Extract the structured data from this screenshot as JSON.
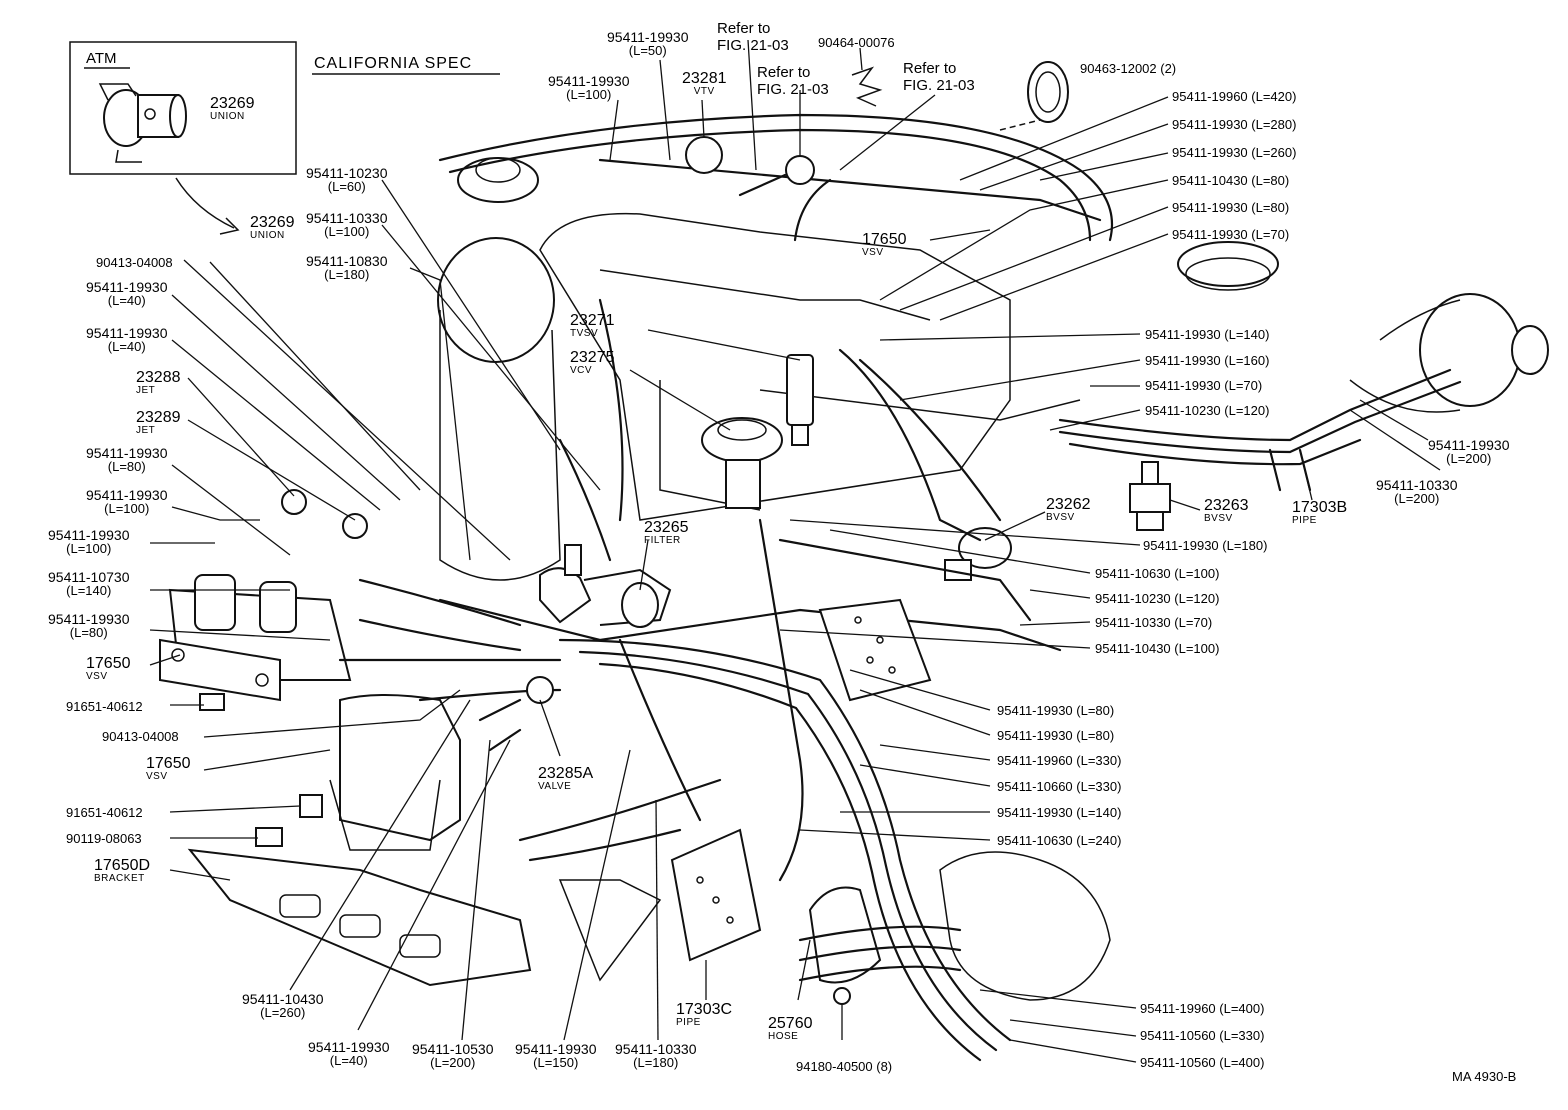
{
  "figure": {
    "code": "MA 4930-B",
    "spec": "CALIFORNIA SPEC",
    "inset_title": "ATM"
  },
  "labels": [
    {
      "id": "inset-union",
      "pn": "23269",
      "sub": "UNION"
    },
    {
      "id": "union",
      "pn": "23269",
      "sub": "UNION"
    },
    {
      "id": "h-95411-19930-50",
      "pn": "95411-19930",
      "len": "(L=50)"
    },
    {
      "id": "h-95411-19930-100-top",
      "pn": "95411-19930",
      "len": "(L=100)"
    },
    {
      "id": "vtv",
      "pn": "23281",
      "sub": "VTV"
    },
    {
      "id": "refer-1",
      "text1": "Refer to",
      "text2": "FIG. 21-03"
    },
    {
      "id": "refer-2",
      "text1": "Refer to",
      "text2": "FIG. 21-03"
    },
    {
      "id": "refer-3",
      "text1": "Refer to",
      "text2": "FIG. 21-03"
    },
    {
      "id": "clip-90464",
      "pn": "90464-00076"
    },
    {
      "id": "clamp-90463",
      "pn": "90463-12002 (2)"
    },
    {
      "id": "h-19960-420",
      "pn": "95411-19960 (L=420)"
    },
    {
      "id": "h-19930-280",
      "pn": "95411-19930 (L=280)"
    },
    {
      "id": "h-19930-260",
      "pn": "95411-19930 (L=260)"
    },
    {
      "id": "h-10430-80",
      "pn": "95411-10430 (L=80)"
    },
    {
      "id": "h-19930-80-r",
      "pn": "95411-19930 (L=80)"
    },
    {
      "id": "h-19930-70-r",
      "pn": "95411-19930 (L=70)"
    },
    {
      "id": "vsv-top",
      "pn": "17650",
      "sub": "VSV"
    },
    {
      "id": "h-10230-60",
      "pn": "95411-10230",
      "len": "(L=60)"
    },
    {
      "id": "h-10330-100",
      "pn": "95411-10330",
      "len": "(L=100)"
    },
    {
      "id": "h-10830-180",
      "pn": "95411-10830",
      "len": "(L=180)"
    },
    {
      "id": "c-90413-top",
      "pn": "90413-04008"
    },
    {
      "id": "h-19930-40a",
      "pn": "95411-19930",
      "len": "(L=40)"
    },
    {
      "id": "h-19930-40b",
      "pn": "95411-19930",
      "len": "(L=40)"
    },
    {
      "id": "jet-23288",
      "pn": "23288",
      "sub": "JET"
    },
    {
      "id": "jet-23289",
      "pn": "23289",
      "sub": "JET"
    },
    {
      "id": "h-19930-80-l",
      "pn": "95411-19930",
      "len": "(L=80)"
    },
    {
      "id": "h-19930-100-l1",
      "pn": "95411-19930",
      "len": "(L=100)"
    },
    {
      "id": "h-19930-100-l2",
      "pn": "95411-19930",
      "len": "(L=100)"
    },
    {
      "id": "h-10730-140",
      "pn": "95411-10730",
      "len": "(L=140)"
    },
    {
      "id": "h-19930-80-l2",
      "pn": "95411-19930",
      "len": "(L=80)"
    },
    {
      "id": "vsv-left",
      "pn": "17650",
      "sub": "VSV"
    },
    {
      "id": "bolt-91651-a",
      "pn": "91651-40612"
    },
    {
      "id": "c-90413-bot",
      "pn": "90413-04008"
    },
    {
      "id": "vsv-bottom",
      "pn": "17650",
      "sub": "VSV"
    },
    {
      "id": "bolt-91651-b",
      "pn": "91651-40612"
    },
    {
      "id": "bolt-90119",
      "pn": "90119-08063"
    },
    {
      "id": "bracket",
      "pn": "17650D",
      "sub": "BRACKET"
    },
    {
      "id": "tvsv",
      "pn": "23271",
      "sub": "TVSV"
    },
    {
      "id": "vcv",
      "pn": "23275",
      "sub": "VCV"
    },
    {
      "id": "filter",
      "pn": "23265",
      "sub": "FILTER"
    },
    {
      "id": "valve",
      "pn": "23285A",
      "sub": "VALVE"
    },
    {
      "id": "h-19930-140-r",
      "pn": "95411-19930 (L=140)"
    },
    {
      "id": "h-19930-160-r",
      "pn": "95411-19930 (L=160)"
    },
    {
      "id": "h-19930-70-r2",
      "pn": "95411-19930 (L=70)"
    },
    {
      "id": "h-10230-120-r",
      "pn": "95411-10230 (L=120)"
    },
    {
      "id": "h-19930-200",
      "pn": "95411-19930",
      "len": "(L=200)"
    },
    {
      "id": "h-10330-200",
      "pn": "95411-10330",
      "len": "(L=200)"
    },
    {
      "id": "pipe-17303b",
      "pn": "17303B",
      "sub": "PIPE"
    },
    {
      "id": "bvsv-23262",
      "pn": "23262",
      "sub": "BVSV"
    },
    {
      "id": "bvsv-23263",
      "pn": "23263",
      "sub": "BVSV"
    },
    {
      "id": "h-19930-180-r",
      "pn": "95411-19930 (L=180)"
    },
    {
      "id": "h-10630-100",
      "pn": "95411-10630 (L=100)"
    },
    {
      "id": "h-10230-120-r2",
      "pn": "95411-10230 (L=120)"
    },
    {
      "id": "h-10330-70",
      "pn": "95411-10330 (L=70)"
    },
    {
      "id": "h-10430-100",
      "pn": "95411-10430 (L=100)"
    },
    {
      "id": "h-19930-80-m1",
      "pn": "95411-19930 (L=80)"
    },
    {
      "id": "h-19930-80-m2",
      "pn": "95411-19930 (L=80)"
    },
    {
      "id": "h-19960-330",
      "pn": "95411-19960 (L=330)"
    },
    {
      "id": "h-10660-330",
      "pn": "95411-10660 (L=330)"
    },
    {
      "id": "h-19930-140-m",
      "pn": "95411-19930 (L=140)"
    },
    {
      "id": "h-10630-240",
      "pn": "95411-10630 (L=240)"
    },
    {
      "id": "h-10430-260",
      "pn": "95411-10430",
      "len": "(L=260)"
    },
    {
      "id": "h-19930-40-b",
      "pn": "95411-19930",
      "len": "(L=40)"
    },
    {
      "id": "h-10530-200",
      "pn": "95411-10530",
      "len": "(L=200)"
    },
    {
      "id": "h-19930-150",
      "pn": "95411-19930",
      "len": "(L=150)"
    },
    {
      "id": "h-10330-180",
      "pn": "95411-10330",
      "len": "(L=180)"
    },
    {
      "id": "pipe-17303c",
      "pn": "17303C",
      "sub": "PIPE"
    },
    {
      "id": "hose-25760",
      "pn": "25760",
      "sub": "HOSE"
    },
    {
      "id": "clip-94180",
      "pn": "94180-40500 (8)"
    },
    {
      "id": "h-19960-400",
      "pn": "95411-19960 (L=400)"
    },
    {
      "id": "h-10560-330",
      "pn": "95411-10560 (L=330)"
    },
    {
      "id": "h-10560-400",
      "pn": "95411-10560 (L=400)"
    }
  ]
}
